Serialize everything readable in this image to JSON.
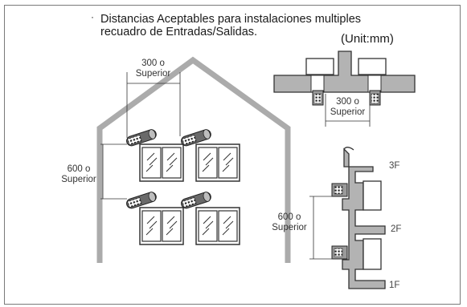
{
  "caption": {
    "bullet": "·",
    "line1": "Distancias Aceptables para instalaciones multiples",
    "line2": "recuadro de Entradas/Salidas."
  },
  "unit_label": "(Unit:mm)",
  "house": {
    "horizontal_label": "300 o\nSuperior",
    "vertical_label": "600 o\nSuperior"
  },
  "top_view": {
    "horizontal_label": "300 o\nSuperior"
  },
  "side_view": {
    "vertical_label": "600 o\nSuperior",
    "floors": [
      "3F",
      "2F",
      "1F"
    ]
  }
}
